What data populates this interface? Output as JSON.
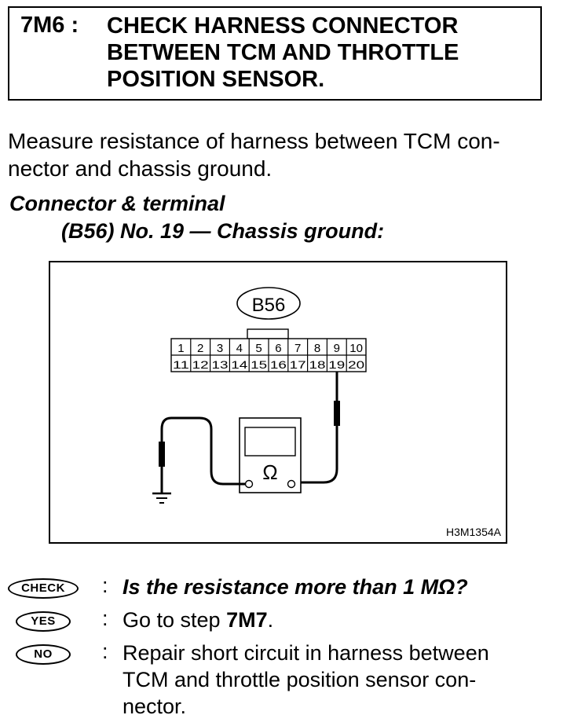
{
  "step": {
    "id": "7M6 :",
    "title_lines": [
      "CHECK HARNESS CONNECTOR",
      "BETWEEN TCM AND THROTTLE",
      "POSITION SENSOR."
    ]
  },
  "instruction_lines": [
    "Measure resistance of harness between TCM con-",
    "nector and chassis ground."
  ],
  "connector": {
    "heading": "Connector & terminal",
    "spec": "(B56) No. 19 — Chassis ground:"
  },
  "diagram": {
    "connector_label": "B56",
    "top_pins": [
      "1",
      "2",
      "3",
      "4",
      "5",
      "6",
      "7",
      "8",
      "9",
      "10"
    ],
    "bottom_pins": [
      "11",
      "12",
      "13",
      "14",
      "15",
      "16",
      "17",
      "18",
      "19",
      "20"
    ],
    "meter_symbol": "Ω",
    "figure_code": "H3M1354A"
  },
  "qa": {
    "check_badge": "CHECK",
    "yes_badge": "YES",
    "no_badge": "NO",
    "colon": ":",
    "check_text": "Is the resistance more than 1 MΩ?",
    "yes_prefix": "Go to step ",
    "yes_step": "7M7",
    "yes_suffix": ".",
    "no_lines": [
      "Repair short circuit in harness between",
      "TCM and throttle position sensor con-",
      "nector."
    ]
  }
}
